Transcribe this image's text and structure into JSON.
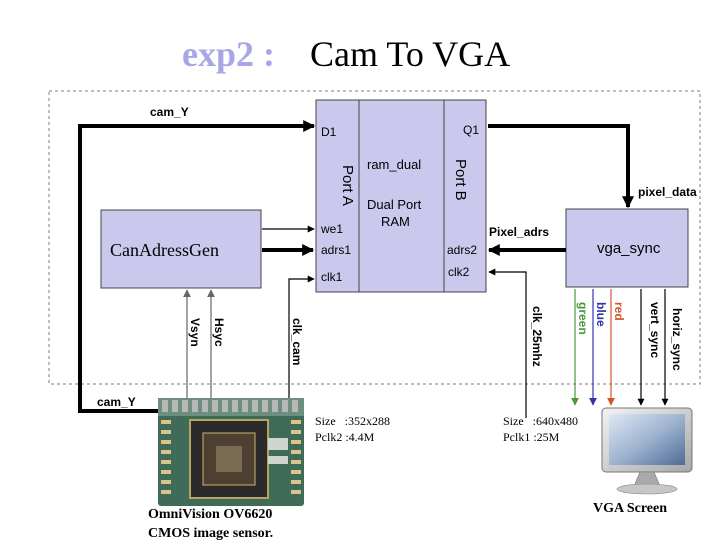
{
  "title": {
    "prefix": "exp2 :",
    "main": "Cam To VGA"
  },
  "blocks": {
    "address_gen": "CanAdressGen",
    "ram": {
      "name": "ram_dual",
      "desc_line1": "Dual Port",
      "desc_line2": "RAM",
      "port_a": "Port A",
      "port_b": "Port B",
      "d1": "D1",
      "q1": "Q1",
      "we1": "we1",
      "adrs1": "adrs1",
      "clk1": "clk1",
      "adrs2": "adrs2",
      "clk2": "clk2"
    },
    "vga_sync": "vga_sync"
  },
  "signals": {
    "cam_y_top": "cam_Y",
    "cam_y_bottom": "cam_Y",
    "pixel_data": "pixel_data",
    "pixel_adrs": "Pixel_adrs",
    "vsyn": "Vsyn",
    "hsyc": "Hsyc",
    "clk_cam": "clk_cam",
    "clk_25mhz": "clk_25mhz",
    "green": "green",
    "blue": "blue",
    "red": "red",
    "vert_sync": "vert_sync",
    "horiz_sync": "horiz_sync"
  },
  "specs": {
    "cam_size": "Size   :352x288",
    "cam_pclk": "Pclk2 :4.4M",
    "vga_size": "Size   :640x480",
    "vga_pclk": "Pclk1 :25M"
  },
  "captions": {
    "sensor_line1": "OmniVision OV6620",
    "sensor_line2": "CMOS image sensor.",
    "screen": "VGA Screen"
  },
  "colors": {
    "block_fill": "#cbc8ee",
    "green": "#4a9a3a",
    "blue": "#3232b4",
    "red": "#d2552a",
    "title_accent": "#a7a7e6"
  }
}
